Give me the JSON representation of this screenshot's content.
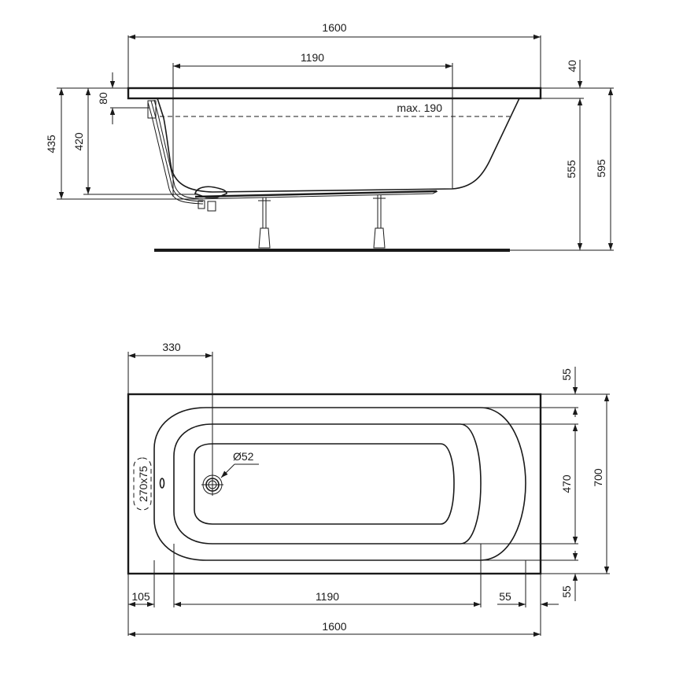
{
  "drawing": {
    "side_view": {
      "overall_length": "1600",
      "inner_length": "1190",
      "rim_thickness": "40",
      "overflow_depth": "80",
      "max_water": "max. 190",
      "overflow_height": "435",
      "drain_height": "420",
      "body_height": "555",
      "total_height": "595"
    },
    "top_view": {
      "drain_offset": "330",
      "drain_diameter": "Ø52",
      "overflow_size": "270x75",
      "left_margin": "105",
      "inner_length": "1190",
      "right_margin": "55",
      "overall_length": "1600",
      "top_margin": "55",
      "inner_width": "470",
      "overall_width": "700",
      "bottom_margin": "55"
    }
  },
  "colors": {
    "line": "#1a1a1a",
    "background": "#ffffff"
  }
}
